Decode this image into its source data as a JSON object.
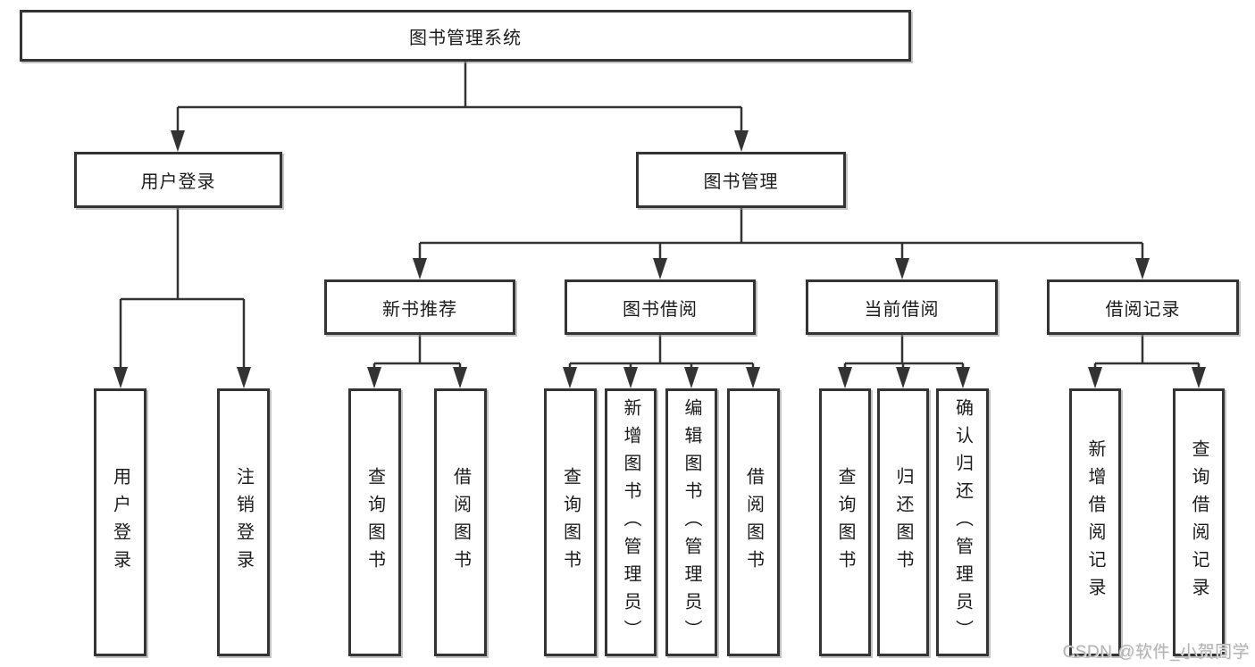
{
  "tree": {
    "root": {
      "label": "图书管理系统"
    },
    "branches": [
      {
        "label": "用户登录",
        "children": [
          {
            "label": "用户登录"
          },
          {
            "label": "注销登录"
          }
        ]
      },
      {
        "label": "图书管理",
        "sections": [
          {
            "label": "新书推荐",
            "children": [
              {
                "label": "查询图书"
              },
              {
                "label": "借阅图书"
              }
            ]
          },
          {
            "label": "图书借阅",
            "children": [
              {
                "label": "查询图书"
              },
              {
                "label": "新增图书（管理员）"
              },
              {
                "label": "编辑图书（管理员）"
              },
              {
                "label": "借阅图书"
              }
            ]
          },
          {
            "label": "当前借阅",
            "children": [
              {
                "label": "查询图书"
              },
              {
                "label": "归还图书"
              },
              {
                "label": "确认归还（管理员）"
              }
            ]
          },
          {
            "label": "借阅记录",
            "children": [
              {
                "label": "新增借阅记录"
              },
              {
                "label": "查询借阅记录"
              }
            ]
          }
        ]
      }
    ]
  },
  "watermark": {
    "text": "CSDN @软件_小贺同学"
  },
  "colors": {
    "line": "#333333",
    "box_border": "#343434",
    "text": "#1c1c1c",
    "watermark": "#b4b4b4",
    "background": "#ffffff"
  }
}
